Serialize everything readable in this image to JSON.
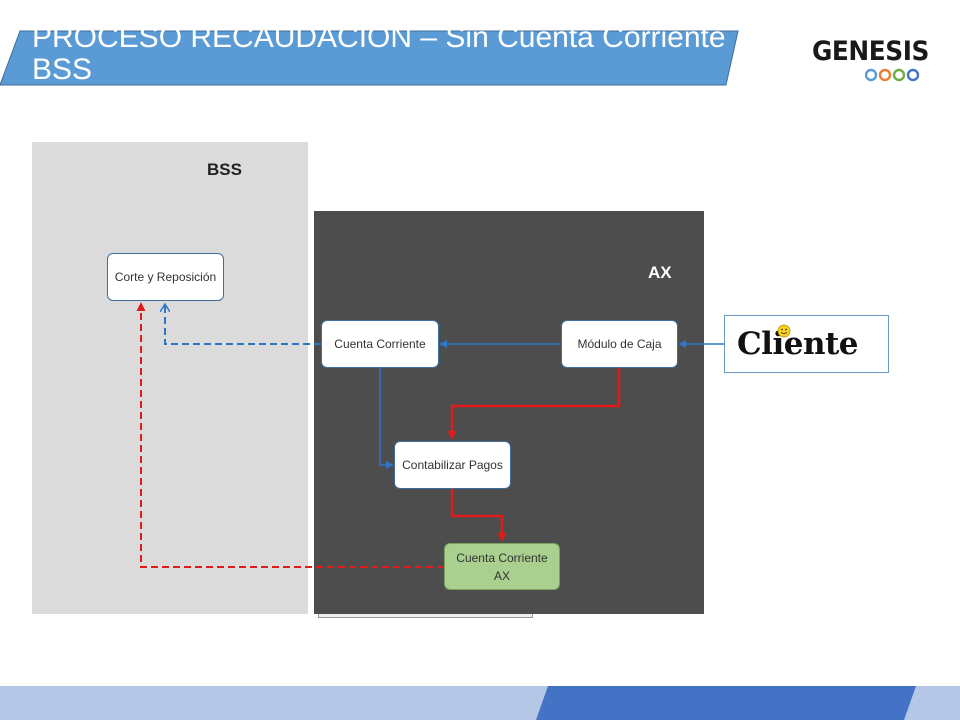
{
  "slide": {
    "title": "PROCESO RECAUDACION – Sin Cuenta Corriente BSS",
    "logo_text": "GENESIS"
  },
  "panels": {
    "bss_label": "BSS",
    "ax_label": "AX"
  },
  "nodes": {
    "corte": "Corte y Reposición",
    "cuenta_corriente": "Cuenta Corriente",
    "modulo_caja": "Módulo de Caja",
    "contabilizar": "Contabilizar Pagos",
    "cuenta_ax": "Cuenta Corriente AX",
    "cliente": "Cliente"
  },
  "colors": {
    "banner": "#5b9bd5",
    "bss_panel": "#dbdbdb",
    "ax_panel": "#4d4d4d",
    "blue_arrow": "#2e75c6",
    "red_arrow": "#e01b1b",
    "green_node": "#a9d08e",
    "footer_light": "#b4c7e7",
    "footer_dark": "#4472c4"
  },
  "icons": [
    "smiley-icon",
    "logo-rings-icon"
  ]
}
